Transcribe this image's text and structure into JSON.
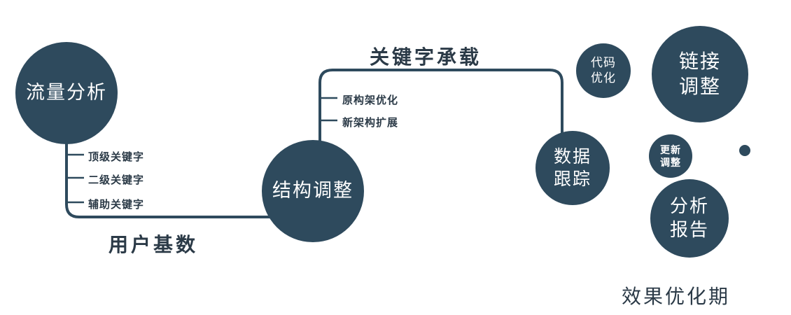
{
  "colors": {
    "primary": "#2e4a5d",
    "ink": "#2b3a47"
  },
  "nodes": {
    "traffic": {
      "label": "流量分析"
    },
    "structure": {
      "label": "结构调整"
    },
    "data_tracking": {
      "label": "数据\n跟踪"
    },
    "code_optimization": {
      "label": "代码\n优化"
    },
    "link_adjustment": {
      "label": "链接\n调整"
    },
    "update_adjustment": {
      "label": "更新\n调整"
    },
    "analysis_report": {
      "label": "分析\n报告"
    }
  },
  "edges": {
    "user_base_label": "用户基数",
    "keyword_bearing_label": "关键字承载"
  },
  "ticks": {
    "traffic_branch": [
      "顶级关键字",
      "二级关键字",
      "辅助关键字"
    ],
    "structure_branch": [
      "原构架优化",
      "新架构扩展"
    ]
  },
  "footer": {
    "phase_label": "效果优化期"
  }
}
